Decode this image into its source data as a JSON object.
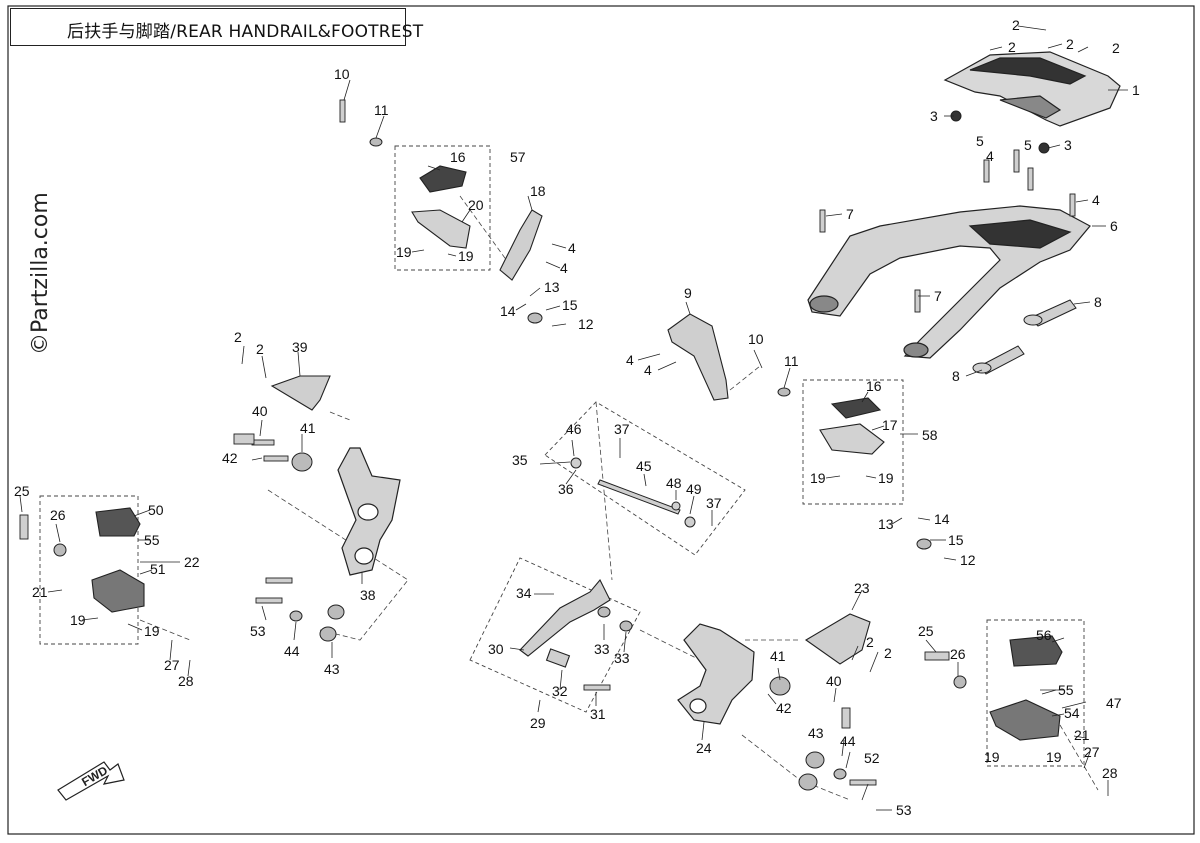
{
  "title": "后扶手与脚踏/REAR HANDRAIL&FOOTREST",
  "watermark": "©Partzilla.com",
  "fwd_label": "FWD",
  "callouts": {
    "c1": "1",
    "c2": "2",
    "c3": "3",
    "c4": "4",
    "c5": "5",
    "c6": "6",
    "c7": "7",
    "c8": "8",
    "c9": "9",
    "c10": "10",
    "c11": "11",
    "c12": "12",
    "c13": "13",
    "c14": "14",
    "c15": "15",
    "c16": "16",
    "c17": "17",
    "c18": "18",
    "c19": "19",
    "c20": "20",
    "c21": "21",
    "c22": "22",
    "c23": "23",
    "c24": "24",
    "c25": "25",
    "c26": "26",
    "c27": "27",
    "c28": "28",
    "c29": "29",
    "c30": "30",
    "c31": "31",
    "c32": "32",
    "c33": "33",
    "c34": "34",
    "c35": "35",
    "c36": "36",
    "c37": "37",
    "c38": "38",
    "c39": "39",
    "c40": "40",
    "c41": "41",
    "c42": "42",
    "c43": "43",
    "c44": "44",
    "c45": "45",
    "c46": "46",
    "c47": "47",
    "c48": "48",
    "c49": "49",
    "c50": "50",
    "c51": "51",
    "c52": "52",
    "c53": "53",
    "c54": "54",
    "c55": "55",
    "c56": "56",
    "c57": "57",
    "c58": "58"
  },
  "colors": {
    "line": "#222222",
    "part": "#d9d9d9",
    "dark": "#333333",
    "bg": "#ffffff"
  }
}
